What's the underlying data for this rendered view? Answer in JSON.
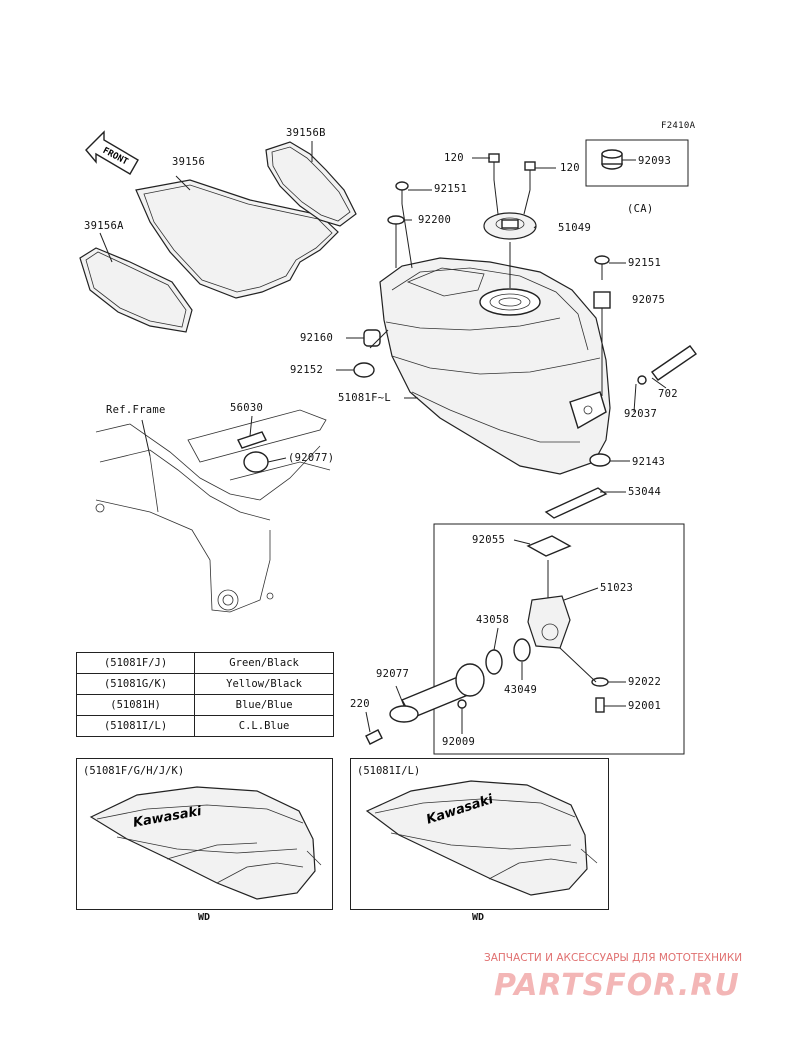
{
  "diagram_code": "F2410A",
  "front_label": "FRONT",
  "ref_frame": "Ref.Frame",
  "parts": {
    "p39156b": "39156B",
    "p39156": "39156",
    "p39156a": "39156A",
    "p120a": "120",
    "p120b": "120",
    "p92093": "92093",
    "ca": "(CA)",
    "p92151a": "92151",
    "p92200": "92200",
    "p51049": "51049",
    "p92151b": "92151",
    "p92075": "92075",
    "p92160": "92160",
    "p92152": "92152",
    "p51081": "51081F~L",
    "p702": "702",
    "p92037": "92037",
    "p56030": "56030",
    "p92077a": "(92077)",
    "p92143": "92143",
    "p53044": "53044",
    "p92055": "92055",
    "p51023": "51023",
    "p43058": "43058",
    "p43049": "43049",
    "p92077b": "92077",
    "p220": "220",
    "p92022": "92022",
    "p92001": "92001",
    "p92009": "92009"
  },
  "color_table": [
    {
      "code": "(51081F/J)",
      "color": "Green/Black"
    },
    {
      "code": "(51081G/K)",
      "color": "Yellow/Black"
    },
    {
      "code": "(51081H)",
      "color": "Blue/Blue"
    },
    {
      "code": "(51081I/L)",
      "color": "C.L.Blue"
    }
  ],
  "panel_left": {
    "code": "(51081F/G/H/J/K)",
    "brand": "Kawasaki",
    "footer": "WD"
  },
  "panel_right": {
    "code": "(51081I/L)",
    "brand": "Kawasaki",
    "footer": "WD"
  },
  "watermark": {
    "line": "ЗАПЧАСТИ И АКСЕССУАРЫ ДЛЯ МОТОТЕХНИКИ",
    "logo": "PARTSFOR.RU"
  },
  "colors": {
    "line": "#222222",
    "watermark_text": "#e07070",
    "watermark_logo": "#f3b6b6"
  }
}
